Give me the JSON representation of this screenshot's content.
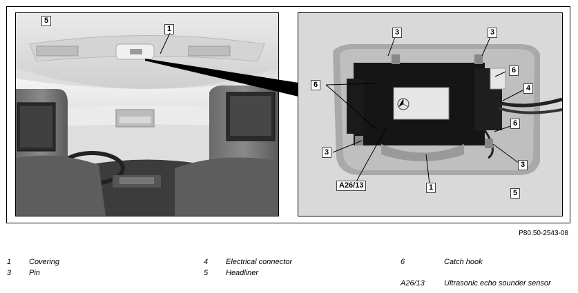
{
  "figure": {
    "reference": "P80.50-2543-08",
    "left_callouts": {
      "covering": "1",
      "headliner": "5"
    },
    "right_callouts": {
      "pin_top_left": "3",
      "pin_top_right": "3",
      "pin_left": "3",
      "pin_right": "3",
      "catch_hook_top_right": "6",
      "catch_hook_left": "6",
      "catch_hook_right": "6",
      "connector": "4",
      "covering": "1",
      "headliner": "5",
      "sensor": "A26/13"
    }
  },
  "legend": [
    {
      "number": "1",
      "label": "Covering"
    },
    {
      "number": "3",
      "label": "Pin"
    },
    {
      "number": "4",
      "label": "Electrical connector"
    },
    {
      "number": "5",
      "label": "Headliner"
    },
    {
      "number": "6",
      "label": "Catch hook"
    },
    {
      "number": "A26/13",
      "label": "Ultrasonic echo sounder sensor"
    }
  ]
}
